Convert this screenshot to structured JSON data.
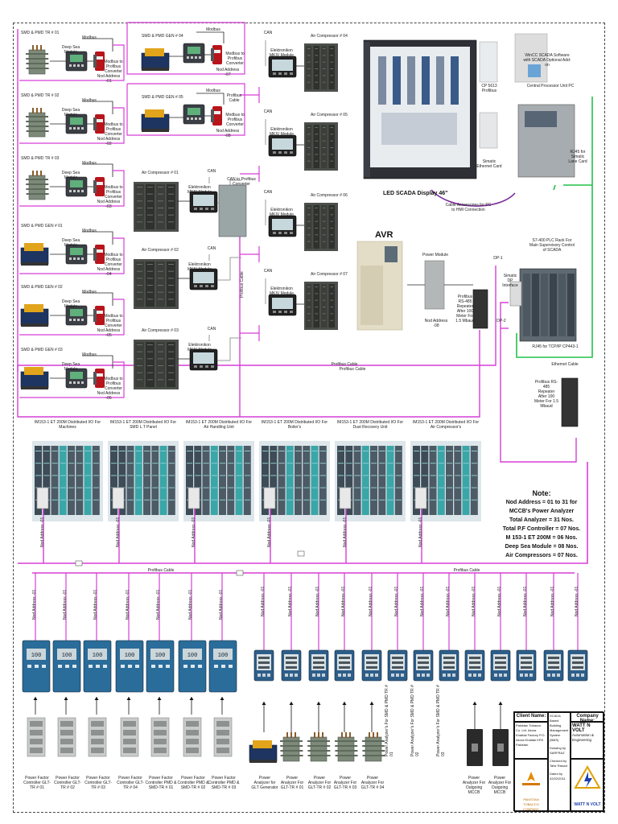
{
  "tr_labels": [
    "SMD & PMD TR # 01",
    "SMD & PMD TR # 02",
    "SMD & PMD TR # 03"
  ],
  "gen_labels": [
    "SMD & PMD GEN # 01",
    "SMD & PMD GEN # 02",
    "SMD & PMD GEN # 03"
  ],
  "gen_labels_top": [
    "SMD & PMD GEN # 04",
    "SMD & PMD GEN # 05"
  ],
  "modbus": "Modbus",
  "deep_sea": "Deep Sea Module",
  "converter": "Modbus to Profibus Converter",
  "node_addresses": [
    "Nod Address -01",
    "Nod Address -02",
    "Nod Address -03",
    "Nod Address -04",
    "Nod Address -05",
    "Nod Address -06",
    "Nod Address -07",
    "Nod Address -08"
  ],
  "profibus_cable": "Profibus Cable",
  "can": "CAN",
  "can_converter": "CAN to Profibus Converter",
  "elektronikon": "Elektronikon MKIV Module",
  "compressors_left": [
    "Air Compressor # 01",
    "Air Compressor # 02",
    "Air Compressor # 03"
  ],
  "compressors_right": [
    "Air Compressor # 04",
    "Air Compressor # 05",
    "Air Compressor # 06",
    "Air Compressor # 07"
  ],
  "led_display": "LED SCADA Display 46\"",
  "cp5613": "CP 5613 Profibus",
  "wincc": "WinCC SCADA Software with SCADA Optional Add-on",
  "central_pc": "Central Processor Unit PC",
  "ethernet_card": "Simatic Ethernet Card",
  "rj45_simatic": "RJ45 for Simatic Lane Card",
  "cable_accessories": "Cable Accessories for PC to HMI Connection",
  "avr": "AVR",
  "power_module": "Power Module",
  "repeater": "Profibus RS-485 Repeater After 100 Meter For 1.5 Mbaud",
  "s7400": "S7-400 PLC Rack For Main Supervisory Control of SCADA",
  "dp_interface": "Simatic DP Interface",
  "rj45_tcpip": "RJ45 for TCP/IP CP443-1",
  "ethernet_cable": "Ethernet Cable",
  "dp1": "DP-1",
  "dp2": "DP-2",
  "et200m_panels": [
    "IM153-1 ET 200M Distributed I/O For Machines",
    "IM153-1 ET 200M Distributed I/O For SMD L.T Panel",
    "IM153-1 ET 200M Distributed I/O For Air Handling Unit",
    "IM153-1 ET 200M Distributed I/O For Boiler's",
    "IM153-1 ET 200M Distributed I/O For Dust Recovery Unit",
    "IM153-1 ET 200M Distributed I/O For Air Compressor's"
  ],
  "note": {
    "title": "Note:",
    "lines": [
      "Nod Address = 01 to 31 for",
      "MCCB's Power Analyzer",
      "Total Analyzer = 31 Nos.",
      "Total P.F Controller = 07 Nos.",
      "M 153-1 ET 200M = 06 Nos.",
      "Deep Sea Module = 08 Nos.",
      "Air Compressors = 07 Nos."
    ]
  },
  "pfc_labels": [
    "Power Factor Controller GLT-TR # 01",
    "Power Factor Controller GLT-TR # 02",
    "Power Factor Controller GLT-TR # 03",
    "Power Factor Controller GLT-TR # 04",
    "Power Factor Controller PMD & SMD-TR # 01",
    "Power Factor Controller PMD & SMD-TR # 02",
    "Power Factor Controller PMD & SMD-TR # 03"
  ],
  "pfc_value": "100",
  "analyzer_labels": [
    "Power Analyzer for GLT Generator",
    "Power Analyzer For GLT-TR # 01",
    "Power Analyzer For GLT-TR # 02",
    "Power Analyzer For GLT-TR # 03",
    "Power Analyzer For GLT-TR # 04"
  ],
  "analyzer_labels_right": [
    "Power Analyzer For Outgoing MCCB",
    "Power Analyzer For Outgoing MCCB"
  ],
  "analyzer_vertical": [
    "Power Analyzer's For SMD & PMD TR # 01",
    "Power Analyzer's For SMD & PMD TR # 02",
    "Power Analyzer's For SMD & PMD TR # 03"
  ],
  "title_block": {
    "client_name_label": "Client Name:",
    "company_name_label": "Company Name:",
    "client": "Pakistan Tobacco Co. Ltd. Akora Khattak Factory P.O. Akora Khattak KPK Pakistan",
    "title": "SCADA Based Building Management System (BMS)",
    "drawn_label": "Drawing by",
    "drawn": "SARFRAZ",
    "checked_label": "Checked by",
    "checked": "Tahir Rasool",
    "dated_label": "Dated by",
    "dated": "02/02/2011",
    "company": "WATT N VOLT",
    "company_desc": "Automation & Engineering",
    "client_logo": "PAKISTAN TOBACCO COMPANY",
    "company_logo": "WATT N VOLT"
  },
  "colors": {
    "profibus": "#d63fd6",
    "ethernet": "#22c24a",
    "can": "#9a9a9a",
    "frame": "#444444"
  }
}
